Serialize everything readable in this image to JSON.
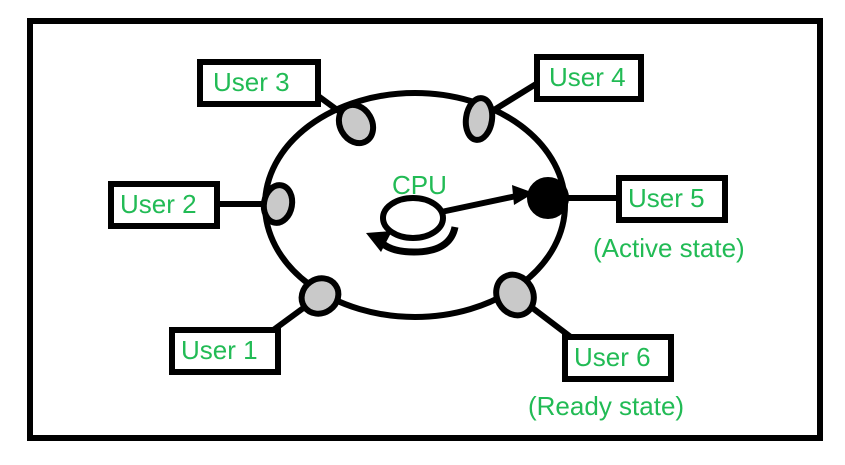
{
  "figure": {
    "title_text_visible": false,
    "frame": {
      "stroke": "#000000",
      "fill": "#ffffff",
      "stroke_width": 6
    },
    "colors": {
      "label_green": "#22bb55",
      "node_ready_fill": "#c9c9c9",
      "node_active_fill": "#000000",
      "stroke_black": "#000000",
      "box_fill": "#ffffff",
      "page_background": "#ffffff"
    }
  },
  "center": {
    "cpu_label": "CPU",
    "rotation_icon": "counterclockwise-arrow-icon",
    "cpu_shape": "ellipse"
  },
  "nodes": [
    {
      "id": "user1",
      "label": "User 1",
      "state": "ready",
      "state_note": ""
    },
    {
      "id": "user2",
      "label": "User 2",
      "state": "ready",
      "state_note": ""
    },
    {
      "id": "user3",
      "label": "User 3",
      "state": "ready",
      "state_note": ""
    },
    {
      "id": "user4",
      "label": "User 4",
      "state": "ready",
      "state_note": ""
    },
    {
      "id": "user5",
      "label": "User 5",
      "state": "active",
      "state_note": "(Active state)"
    },
    {
      "id": "user6",
      "label": "User 6",
      "state": "ready",
      "state_note": "(Ready state)"
    }
  ],
  "annotations": {
    "active_state": "(Active state)",
    "ready_state": "(Ready state)"
  }
}
